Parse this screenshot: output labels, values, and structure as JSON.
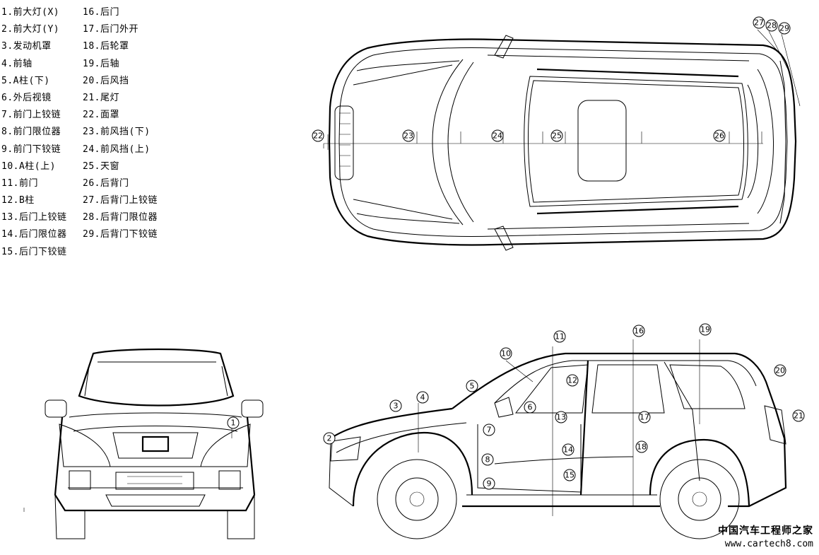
{
  "legend": {
    "items": [
      "1.前大灯(X)",
      "2.前大灯(Y)",
      "3.发动机罩",
      "4.前轴",
      "5.A柱(下)",
      "6.外后视镜",
      "7.前门上铰链",
      "8.前门限位器",
      "9.前门下铰链",
      "10.A柱(上)",
      "11.前门",
      "12.B柱",
      "13.后门上铰链",
      "14.后门限位器",
      "15.后门下铰链",
      "16.后门",
      "17.后门外开",
      "18.后轮罩",
      "19.后轴",
      "20.后风挡",
      "21.尾灯",
      "22.面罩",
      "23.前风挡(下)",
      "24.前风挡(上)",
      "25.天窗",
      "26.后背门",
      "27.后背门上铰链",
      "28.后背门限位器",
      "29.后背门下铰链"
    ]
  },
  "callouts": {
    "top": [
      "22",
      "23",
      "24",
      "25",
      "26",
      "27",
      "28",
      "29"
    ],
    "front": [
      "1"
    ],
    "side": [
      "2",
      "3",
      "4",
      "5",
      "6",
      "7",
      "8",
      "9",
      "10",
      "11",
      "12",
      "13",
      "14",
      "15",
      "16",
      "17",
      "18",
      "19",
      "20",
      "21"
    ]
  },
  "watermark": {
    "cn": "中国汽车工程师之家",
    "url": "www.cartech8.com"
  }
}
